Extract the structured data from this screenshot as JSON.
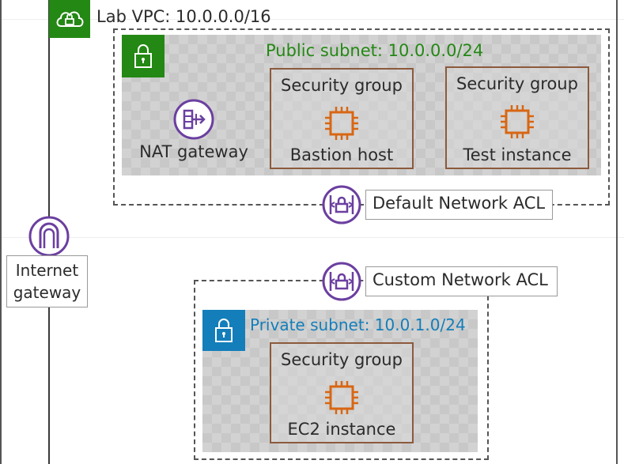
{
  "vpc": {
    "label": "Lab VPC: 10.0.0.0/16",
    "color": "#248814"
  },
  "public_subnet": {
    "label": "Public subnet: 10.0.0.0/24",
    "color": "#248814",
    "nat": {
      "label": "NAT gateway",
      "icon": "nat-gateway-icon"
    },
    "groups": [
      {
        "title": "Security group",
        "label": "Bastion host",
        "icon": "ec2-chip-icon"
      },
      {
        "title": "Security group",
        "label": "Test instance",
        "icon": "ec2-chip-icon"
      }
    ]
  },
  "acls": {
    "default": "Default Network ACL",
    "custom": "Custom Network ACL",
    "icon_color": "#6b3fa0"
  },
  "internet_gateway": {
    "line1": "Internet",
    "line2": "gateway",
    "icon_color": "#6b3fa0"
  },
  "private_subnet": {
    "label": "Private subnet: 10.0.1.0/24",
    "color": "#147eba",
    "group": {
      "title": "Security group",
      "label": "EC2 instance",
      "icon": "ec2-chip-icon"
    }
  }
}
